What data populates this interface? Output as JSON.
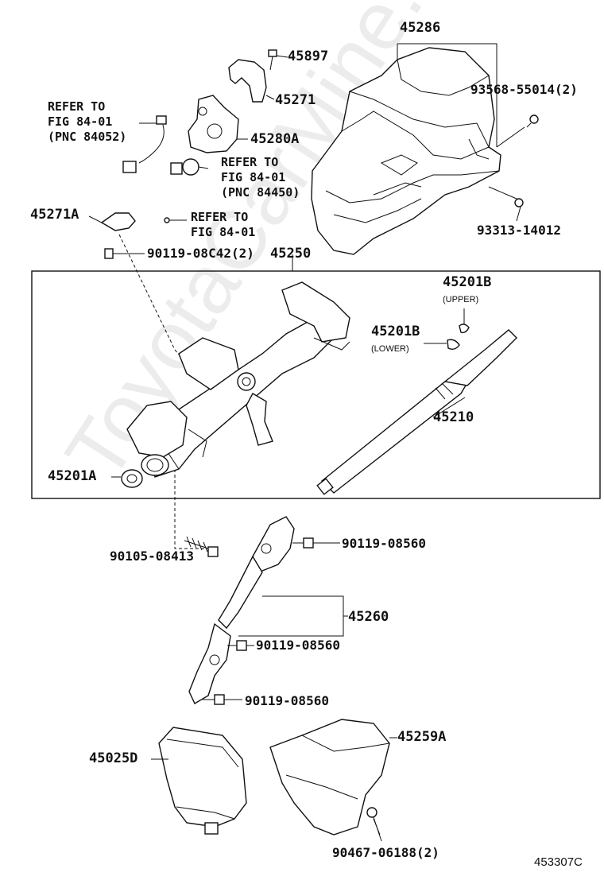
{
  "diagram_id": "453307C",
  "watermark": "ToyotaCarMine.ru",
  "labels": {
    "p45286": "45286",
    "p45897": "45897",
    "p45271": "45271",
    "p45280A": "45280A",
    "p93568": "93568-55014(2)",
    "refer_84052_a": "REFER TO",
    "refer_84052_b": "FIG 84-01",
    "refer_84052_c": "(PNC 84052)",
    "refer_84450_a": "REFER TO",
    "refer_84450_b": "FIG 84-01",
    "refer_84450_c": "(PNC 84450)",
    "p45271A": "45271A",
    "refer_fig_a": "REFER TO",
    "refer_fig_b": "FIG 84-01",
    "p93313": "93313-14012",
    "p90119_08C42": "90119-08C42(2)",
    "p45250": "45250",
    "p45201B_upper": "45201B",
    "upper": "(UPPER)",
    "p45201B_lower": "45201B",
    "lower": "(LOWER)",
    "p45210": "45210",
    "p45201A": "45201A",
    "p90105": "90105-08413",
    "p90119_a": "90119-08560",
    "p45260": "45260",
    "p90119_b": "90119-08560",
    "p90119_c": "90119-08560",
    "p45025D": "45025D",
    "p45259A": "45259A",
    "p90467": "90467-06188(2)"
  }
}
